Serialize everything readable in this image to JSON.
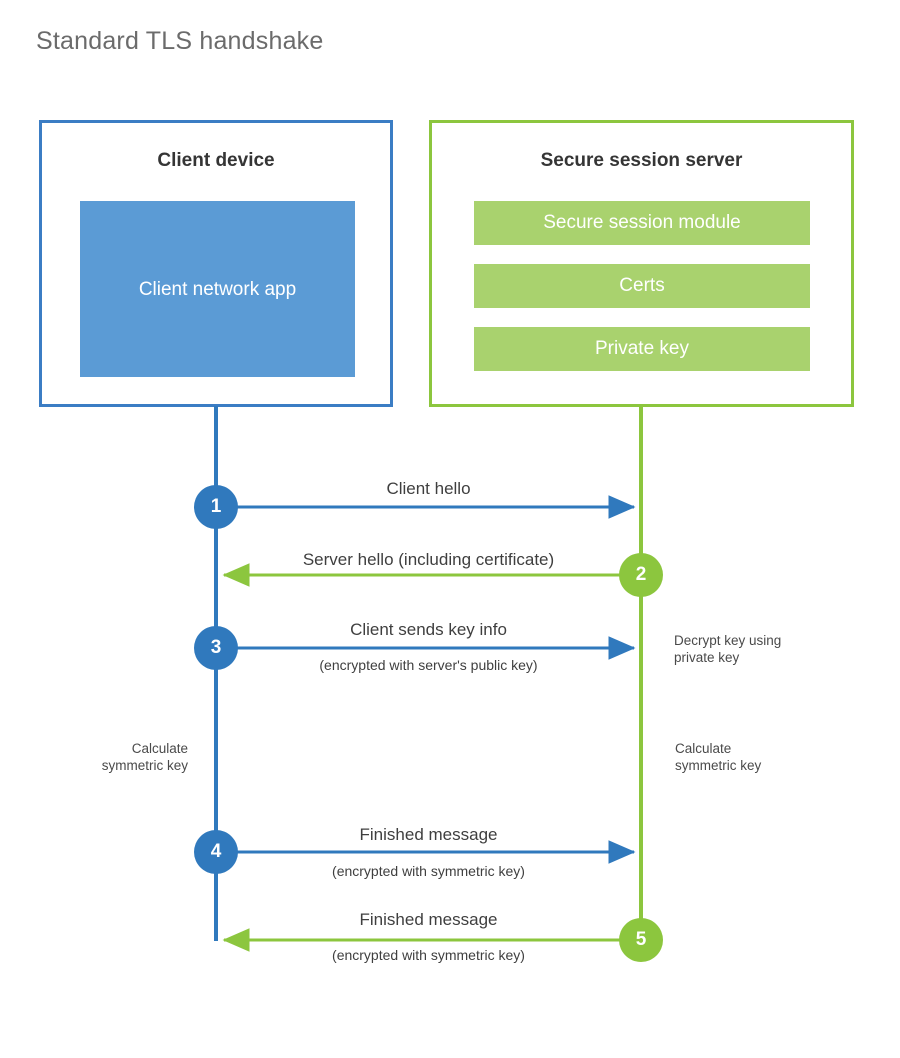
{
  "title": "Standard TLS handshake",
  "colors": {
    "client_border": "#3b7dc4",
    "client_fill": "#5b9bd5",
    "client_line": "#3079bd",
    "server_border": "#8cc63e",
    "server_fill": "#a9d26e",
    "server_line": "#8cc63e",
    "title_text": "#6b6b6b",
    "body_text": "#3f3f3f",
    "background": "#ffffff"
  },
  "client": {
    "title": "Client device",
    "app_label": "Client network app"
  },
  "server": {
    "title": "Secure session server",
    "blocks": [
      {
        "label": "Secure session module"
      },
      {
        "label": "Certs"
      },
      {
        "label": "Private key"
      }
    ]
  },
  "sequence": {
    "steps": [
      {
        "number": "1",
        "label": "Client hello",
        "sublabel": "",
        "direction": "client-to-server",
        "actor": "client"
      },
      {
        "number": "2",
        "label": "Server hello (including certificate)",
        "sublabel": "",
        "direction": "server-to-client",
        "actor": "server"
      },
      {
        "number": "3",
        "label": "Client sends key info",
        "sublabel": "(encrypted with server's public key)",
        "direction": "client-to-server",
        "actor": "client"
      },
      {
        "number": "4",
        "label": "Finished message",
        "sublabel": "(encrypted with symmetric key)",
        "direction": "client-to-server",
        "actor": "client"
      },
      {
        "number": "5",
        "label": "Finished message",
        "sublabel": "(encrypted with symmetric key)",
        "direction": "server-to-client",
        "actor": "server"
      }
    ],
    "notes": {
      "server_decrypt": "Decrypt key using\nprivate key",
      "client_calculate": "Calculate\nsymmetric key",
      "server_calculate": "Calculate\nsymmetric key"
    }
  }
}
